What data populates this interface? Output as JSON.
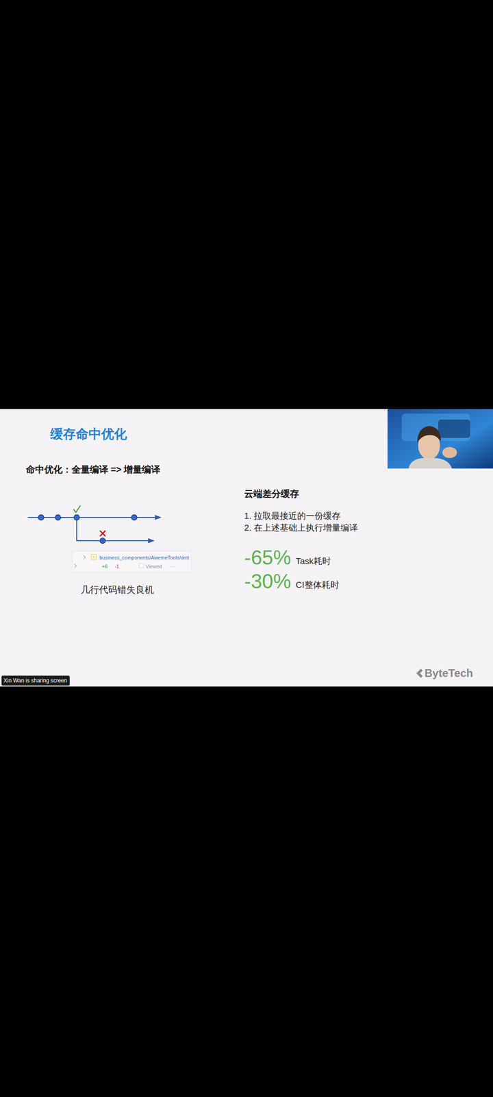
{
  "diagram": {
    "title": "缓存命中优化",
    "nodes": [
      {
        "text": [
          "business_components/AwemeTools/dmt",
          "+6",
          "-1",
          "Viewed",
          "···"
        ]
      },
      {
        "text": [
          "Xin Wan is sharing screen"
        ]
      }
    ],
    "labels": [
      "命中优化：全量编译 => 增量编译",
      "几行代码错失良机",
      "云端差分缓存",
      "1.  拉取最接近的一份缓存",
      "2.  在上述基础上执行增量编译",
      "-65%",
      "Task耗时",
      "-30%",
      "CI整体耗时",
      "ByteTech"
    ]
  }
}
